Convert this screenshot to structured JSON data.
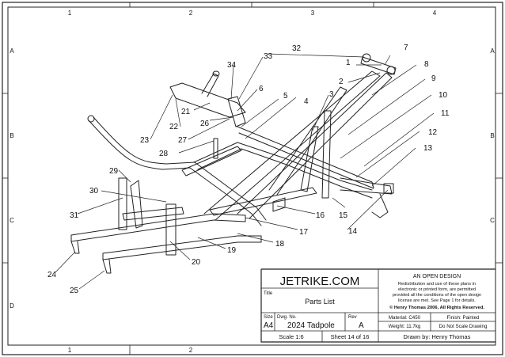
{
  "zones": {
    "top": [
      "1",
      "2",
      "3",
      "4"
    ],
    "bottom": [
      "1",
      "2"
    ],
    "left": [
      "A",
      "B",
      "C",
      "D"
    ],
    "right": [
      "A",
      "B",
      "C"
    ]
  },
  "callouts": [
    "1",
    "2",
    "3",
    "4",
    "5",
    "6",
    "7",
    "8",
    "9",
    "10",
    "11",
    "12",
    "13",
    "14",
    "15",
    "16",
    "17",
    "18",
    "19",
    "20",
    "21",
    "22",
    "23",
    "24",
    "25",
    "26",
    "27",
    "28",
    "29",
    "30",
    "31",
    "32",
    "33",
    "34"
  ],
  "title_block": {
    "brand": "JETRIKE.COM",
    "open_design_heading": "AN OPEN DESIGN",
    "license_lines": [
      "Redistribution and use of these plans in",
      "electronic or printed form, are permitted",
      "provided all the conditions of the open design",
      "license are met. See Page 1 for details."
    ],
    "copyright": "© Henry Thomas 2006, All Rights Reserved.",
    "title_label": "Title",
    "title": "Parts List",
    "size_label": "Size",
    "size": "A4",
    "dwg_label": "Dwg. No.",
    "dwg_no": "2024 Tadpole",
    "rev_label": "Rev",
    "rev": "A",
    "material": "Material: C450",
    "finish": "Finish: Painted",
    "weight": "Weight: 11.7kg",
    "no_scale": "Do Not Scale Drawing",
    "scale": "Scale 1:6",
    "sheet": "Sheet 14 of 16",
    "drawn_by": "Drawn by: Henry Thomas"
  }
}
